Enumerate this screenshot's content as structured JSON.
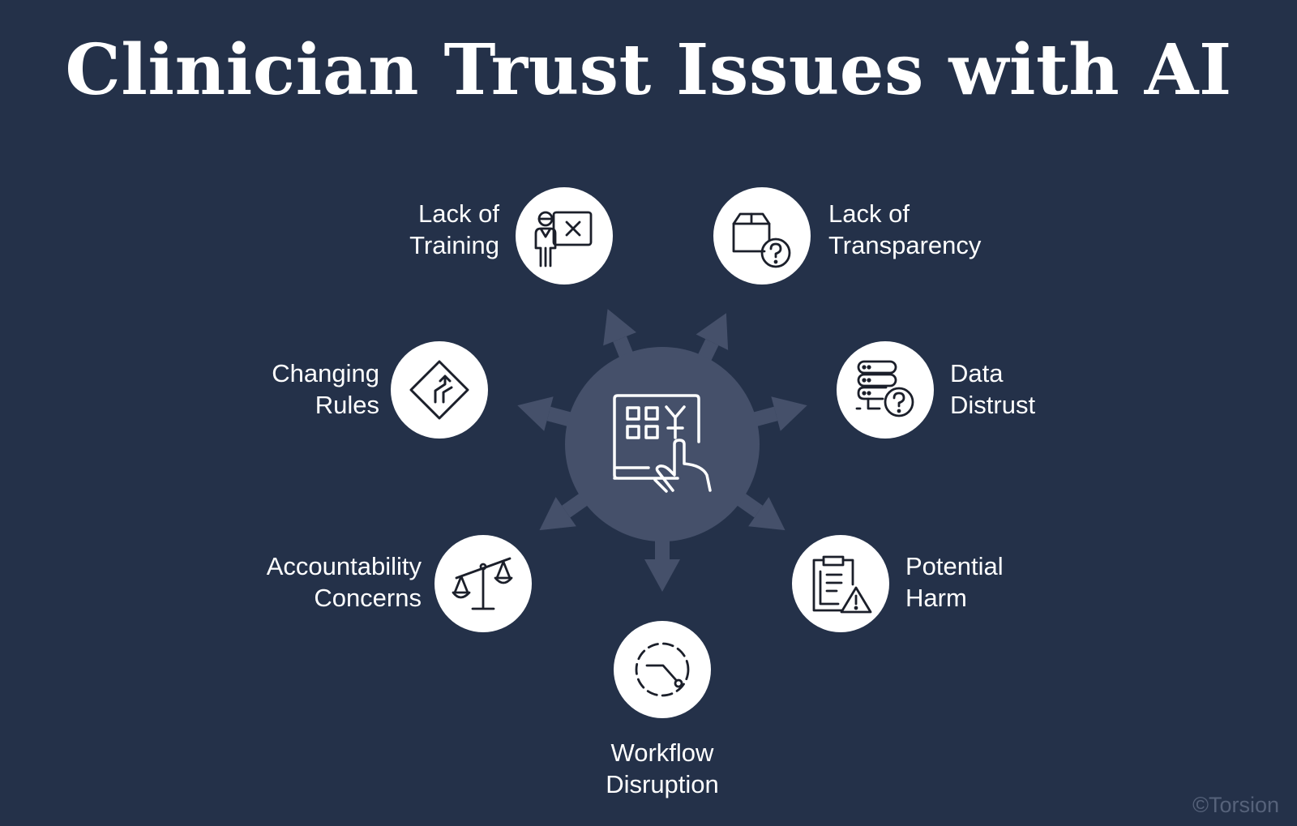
{
  "title": "Clinician Trust Issues with AI",
  "copyright": "©Torsion",
  "colors": {
    "background": "#243149",
    "hub": "#45506a",
    "node_fill": "#ffffff",
    "icon_stroke": "#1b1f2a",
    "text": "#ffffff"
  },
  "hub": {
    "icon": "touchscreen-kiosk-icon"
  },
  "issues": [
    {
      "id": "training",
      "line1": "Lack of",
      "line2": "Training",
      "icon": "trainer-board-icon"
    },
    {
      "id": "transparency",
      "line1": "Lack of",
      "line2": "Transparency",
      "icon": "box-question-icon"
    },
    {
      "id": "rules",
      "line1": "Changing",
      "line2": "Rules",
      "icon": "road-sign-icon"
    },
    {
      "id": "data",
      "line1": "Data",
      "line2": "Distrust",
      "icon": "database-question-icon"
    },
    {
      "id": "accountability",
      "line1": "Accountability",
      "line2": "Concerns",
      "icon": "scales-icon"
    },
    {
      "id": "harm",
      "line1": "Potential",
      "line2": "Harm",
      "icon": "clipboard-warning-icon"
    },
    {
      "id": "workflow",
      "line1": "Workflow",
      "line2": "Disruption",
      "icon": "timer-dashed-icon"
    }
  ]
}
